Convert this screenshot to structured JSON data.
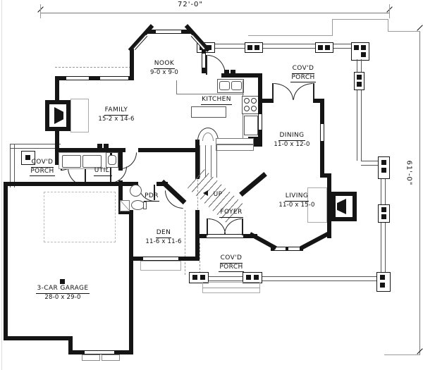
{
  "dimensions": {
    "width": "72'-0\"",
    "height": "61'-0\""
  },
  "rooms": {
    "nook": {
      "name": "NOOK",
      "dims": "9-0 x 9-0"
    },
    "kitchen": {
      "name": "KITCHEN"
    },
    "family": {
      "name": "FAMILY",
      "dims": "15-2 x 14-6"
    },
    "dining": {
      "name": "DINING",
      "dims": "11-0 x 12-0"
    },
    "living": {
      "name": "LIVING",
      "dims": "11-0 x 15-0"
    },
    "den": {
      "name": "DEN",
      "dims": "11-6 x 11-6"
    },
    "garage": {
      "name": "3-CAR GARAGE",
      "dims": "28-0 x 29-0"
    },
    "foyer": {
      "name": "FOYER"
    },
    "utility": {
      "name": "UTIL."
    },
    "powder": {
      "name": "PDR"
    },
    "stairs": {
      "up_label": "UP"
    },
    "porch_top": {
      "line1": "COV'D",
      "line2": "PORCH"
    },
    "porch_left": {
      "line1": "COV'D",
      "line2": "PORCH"
    },
    "porch_bottom": {
      "line1": "COV'D",
      "line2": "PORCH"
    }
  },
  "colors": {
    "wall": "#151515",
    "thin_line": "#777777",
    "light_line": "#9a9a9a",
    "background": "#ffffff"
  }
}
